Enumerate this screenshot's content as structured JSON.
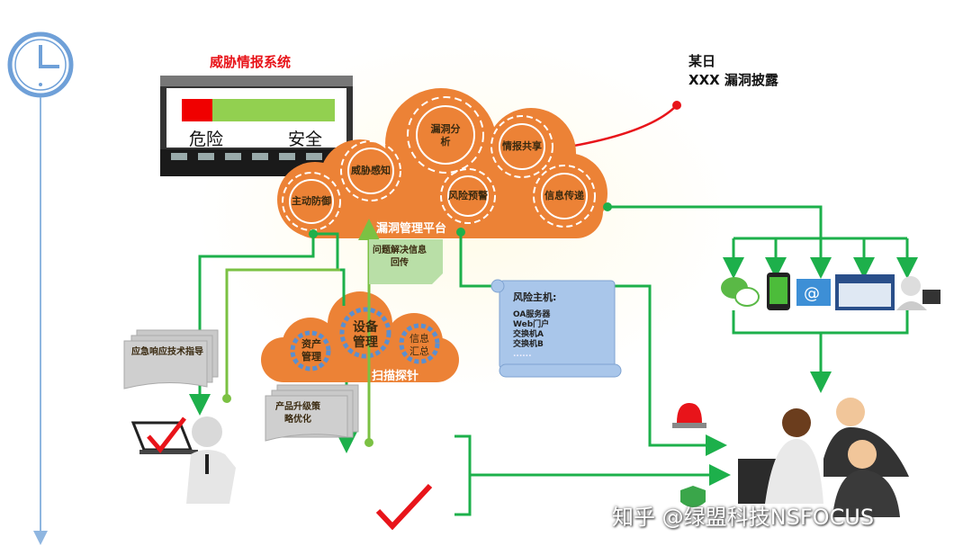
{
  "timeline": {
    "icon": "clock-icon"
  },
  "threat_system": {
    "title": "威胁情报系统",
    "danger_label": "危险",
    "safe_label": "安全",
    "colors": {
      "danger": "#f00000",
      "safe": "#92d050",
      "title": "#e8141a"
    }
  },
  "event": {
    "line1": "某日",
    "line2": "XXX  漏洞披露"
  },
  "platform": {
    "name": "漏洞管理平台",
    "gears": [
      "主动防御",
      "威胁感知",
      "漏洞分析",
      "情报共享",
      "风险预警",
      "信息传递"
    ],
    "color": "#ec8236"
  },
  "scanner": {
    "name": "扫描探针",
    "gears": [
      "资产管理",
      "设备管理",
      "信息汇总"
    ]
  },
  "notes": {
    "feedback": "问题解决信息回传",
    "emergency": "应急响应技术指导",
    "upgrade": "产品升级策略优化"
  },
  "risk_hosts": {
    "title": "风险主机:",
    "items": [
      "OA服务器",
      "Web门户",
      "交换机A",
      "交换机B",
      "......"
    ]
  },
  "channels": [
    "wechat-icon",
    "phone-icon",
    "email-icon",
    "website-icon",
    "support-person-icon"
  ],
  "watermark": "知乎 @绿盟科技NSFOCUS",
  "line_color": "#1db04b"
}
